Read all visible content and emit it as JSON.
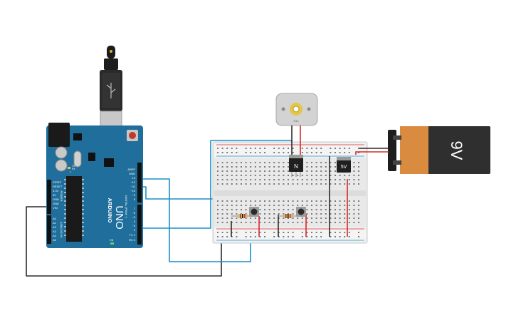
{
  "colors": {
    "arduino_blue": "#1f6e9c",
    "arduino_dark": "#16527a",
    "breadboard": "#e9e9e9",
    "breadboard_rail": "#f4f4f4",
    "wire_blue": "#1a8fc9",
    "wire_black": "#2b2b2b",
    "wire_red": "#d72a2a",
    "battery_body": "#2f2f2f",
    "battery_cap": "#d98c3f",
    "usb": "#2a2a2a"
  },
  "arduino": {
    "brand_text": "ARDUINO",
    "model_text": "UNO",
    "header_labels_top": [
      "AREF",
      "GND",
      "13",
      "~12",
      "~11",
      "~10",
      "~9",
      "8"
    ],
    "header_labels_bottom": [
      "7",
      "~6",
      "~5",
      "4",
      "~3",
      "2",
      "TX 1",
      "RX 0"
    ],
    "power_labels": [
      "IOREF",
      "RESET",
      "3.3V",
      "5V",
      "GND",
      "GND",
      "VIN"
    ],
    "analog_labels": [
      "A0",
      "A1",
      "A2",
      "A3",
      "A4",
      "A5"
    ],
    "digital_label": "DIGITAL (PWM ~)",
    "power_section_label": "POWER",
    "analog_section_label": "ANALOG IN",
    "led_labels": [
      "L",
      "TX",
      "RX",
      "ON"
    ]
  },
  "components": {
    "transistor_label": "N",
    "regulator_label": "5V",
    "battery_label": "9V",
    "motor_label": "Fan"
  }
}
